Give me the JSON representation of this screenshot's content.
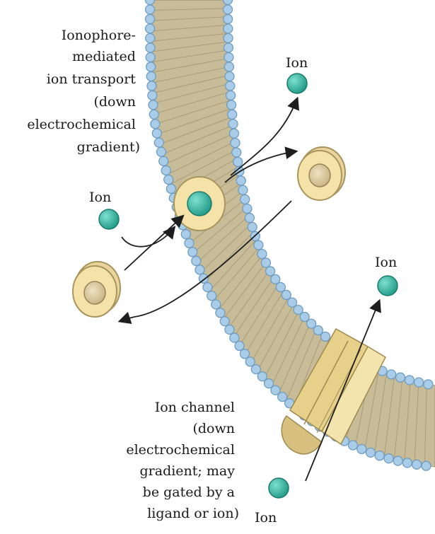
{
  "ionophore_label": [
    "Ionophore-",
    "mediated",
    "ion transport",
    "(down",
    "electrochemical",
    "gradient)"
  ],
  "channel_label": [
    "Ion channel",
    "(down",
    "electrochemical",
    "gradient; may",
    "be gated by a",
    "ligand or ion)"
  ],
  "ion_labels": {
    "top": "Ion",
    "left": "Ion",
    "right": "Ion",
    "bottom": "Ion"
  },
  "colors": {
    "membrane_fill": "#c7bc97",
    "lipid_head": "#a9cde8",
    "lipid_head_stroke": "#6f9cc0",
    "ion_fill": "#2fb09b",
    "ionophore_fill": "#f4e2a8",
    "ionophore_core": "#d8c596",
    "channel_fill": "#f1df9e",
    "arrow": "#1e1e1e",
    "text": "#1a1a1a"
  }
}
